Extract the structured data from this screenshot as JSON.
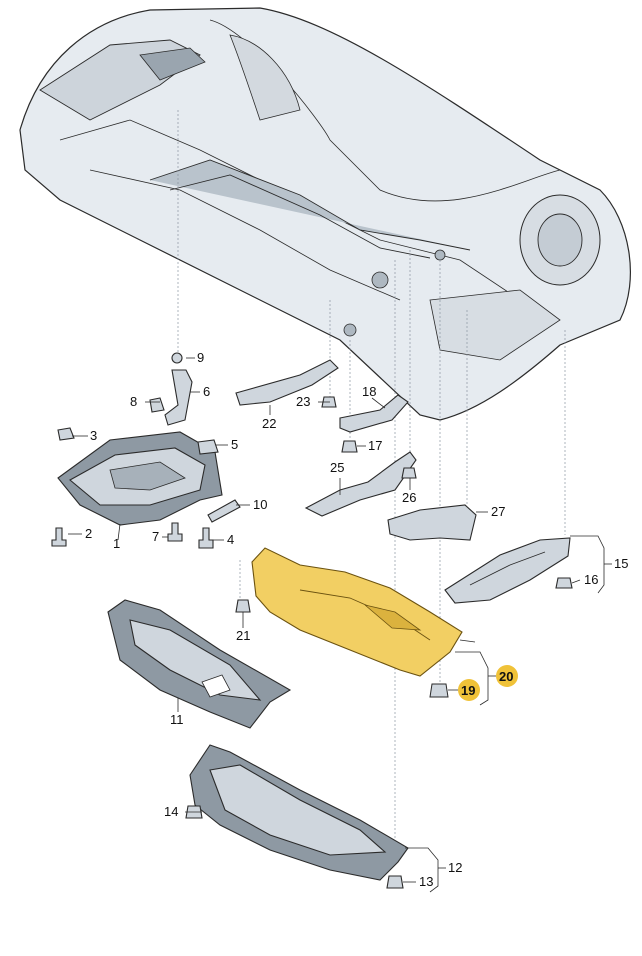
{
  "diagram": {
    "callouts": [
      {
        "id": "c1",
        "label": "1"
      },
      {
        "id": "c2",
        "label": "2"
      },
      {
        "id": "c3",
        "label": "3"
      },
      {
        "id": "c4",
        "label": "4"
      },
      {
        "id": "c5",
        "label": "5"
      },
      {
        "id": "c6",
        "label": "6"
      },
      {
        "id": "c7",
        "label": "7"
      },
      {
        "id": "c8",
        "label": "8"
      },
      {
        "id": "c9",
        "label": "9"
      },
      {
        "id": "c10",
        "label": "10"
      },
      {
        "id": "c11",
        "label": "11"
      },
      {
        "id": "c12",
        "label": "12"
      },
      {
        "id": "c13",
        "label": "13"
      },
      {
        "id": "c14",
        "label": "14"
      },
      {
        "id": "c15",
        "label": "15"
      },
      {
        "id": "c16",
        "label": "16"
      },
      {
        "id": "c17",
        "label": "17"
      },
      {
        "id": "c18",
        "label": "18"
      },
      {
        "id": "c19",
        "label": "19"
      },
      {
        "id": "c20",
        "label": "20"
      },
      {
        "id": "c21",
        "label": "21"
      },
      {
        "id": "c22",
        "label": "22"
      },
      {
        "id": "c23",
        "label": "23"
      },
      {
        "id": "c25",
        "label": "25"
      },
      {
        "id": "c26",
        "label": "26"
      },
      {
        "id": "c27",
        "label": "27"
      }
    ],
    "highlighted": [
      "19",
      "20"
    ],
    "colors": {
      "highlight_fill": "#f2cf63",
      "highlight_badge": "#f0c238",
      "part_fill": "#cfd6dd",
      "body_fill": "#e6ebf0",
      "line": "#2b2b2b"
    }
  }
}
